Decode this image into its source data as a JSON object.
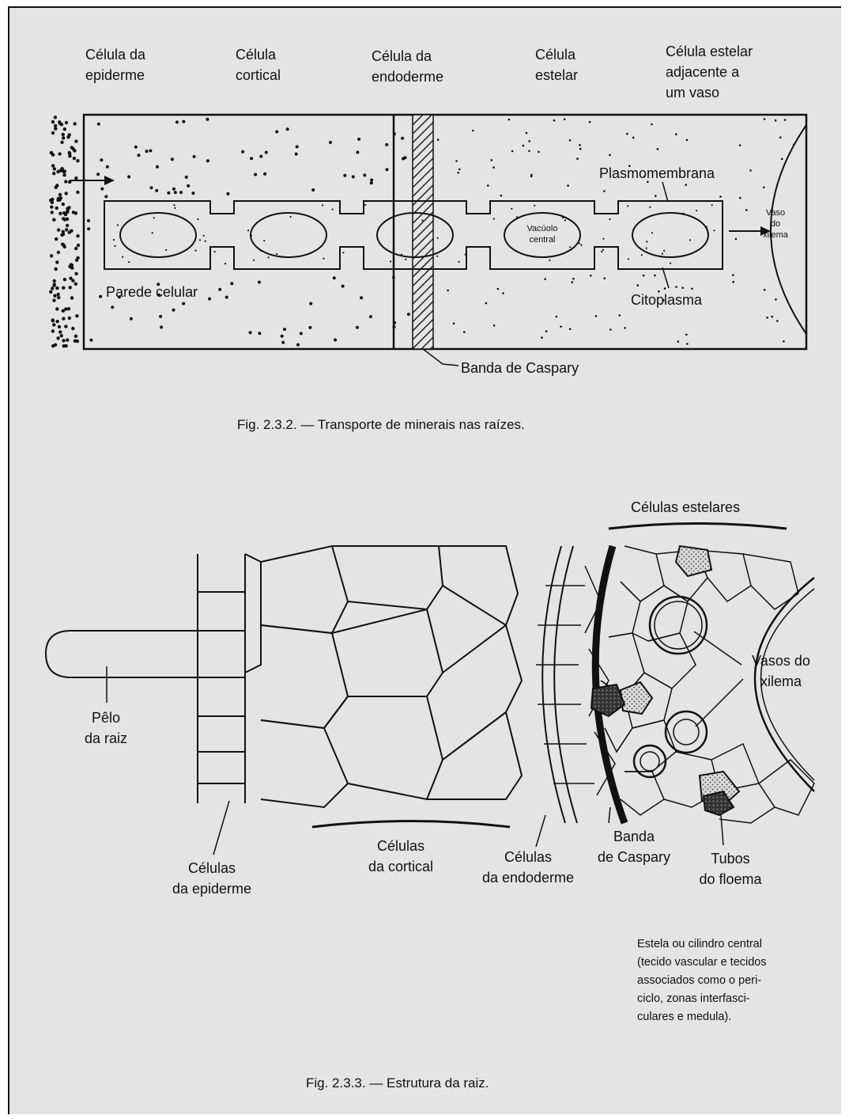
{
  "fig232": {
    "labels": {
      "epiderme": [
        "Célula da",
        "epiderme"
      ],
      "cortical": [
        "Célula",
        "cortical"
      ],
      "endoderme": [
        "Célula da",
        "endoderme"
      ],
      "estelar": [
        "Célula",
        "estelar"
      ],
      "estelar_adj": [
        "Célula estelar",
        "adjacente a",
        "um vaso"
      ],
      "plasmomembrana": "Plasmomembrana",
      "vacuolo": [
        "Vacúolo",
        "central"
      ],
      "vaso": [
        "Vaso",
        "do",
        "xilema"
      ],
      "parede": "Parede celular",
      "citoplasma": "Citoplasma",
      "caspary": "Banda de Caspary"
    },
    "caption": "Fig. 2.3.2. — Transporte de minerais nas raízes."
  },
  "fig233": {
    "labels": {
      "estelares": "Células estelares",
      "pelo": [
        "Pêlo",
        "da raiz"
      ],
      "vasos": [
        "Vasos do",
        "xilema"
      ],
      "epiderme": [
        "Células",
        "da epiderme"
      ],
      "cortical": [
        "Células",
        "da cortical"
      ],
      "endoderme": [
        "Células",
        "da endoderme"
      ],
      "caspary": [
        "Banda",
        "de Caspary"
      ],
      "floema": [
        "Tubos",
        "do floema"
      ]
    },
    "note": [
      "Estela ou cilindro central",
      "(tecido vascular e tecidos",
      "associados como o peri-",
      "ciclo, zonas interfasci-",
      "culares e medula)."
    ],
    "caption": "Fig. 2.3.3. — Estrutura da raiz."
  }
}
